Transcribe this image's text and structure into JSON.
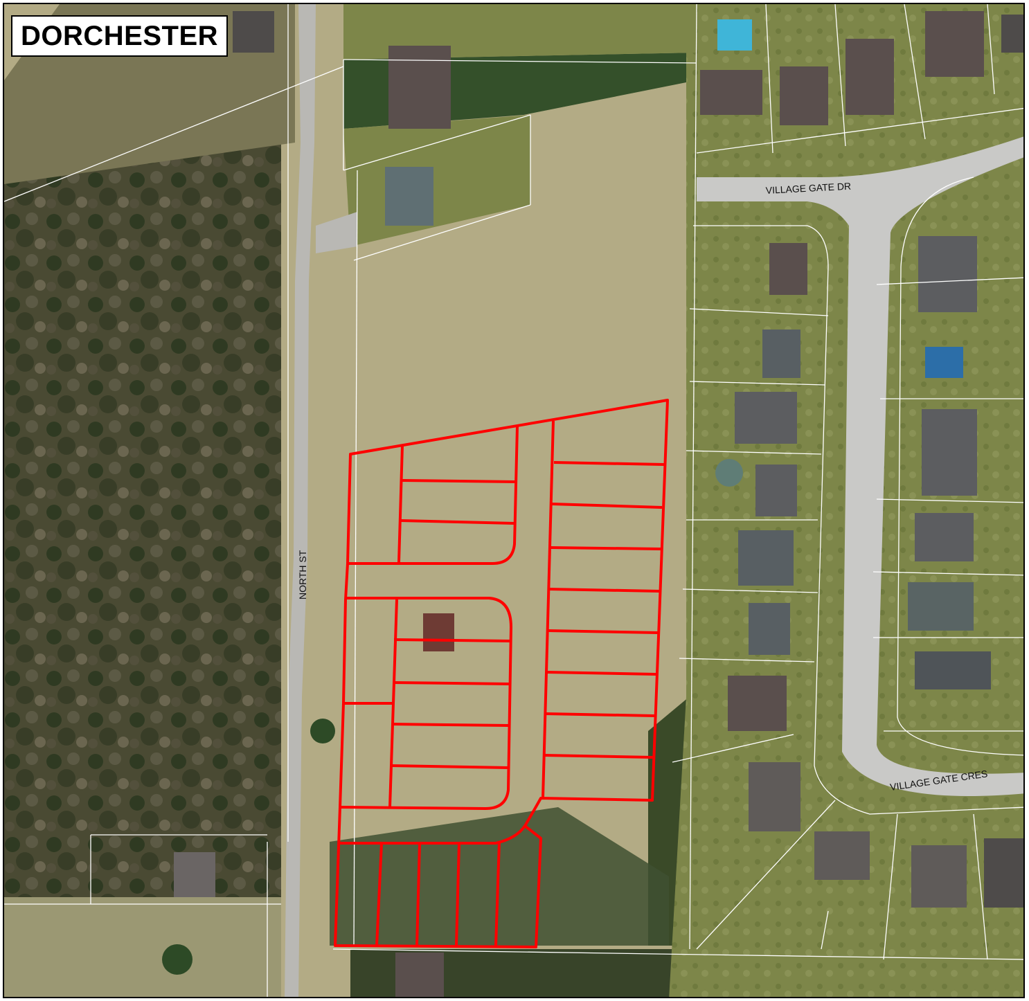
{
  "map": {
    "title": "DORCHESTER",
    "streets": {
      "north_st": "NORTH ST",
      "village_gate_dr": "VILLAGE GATE DR",
      "village_gate_cres": "VILLAGE GATE CRES"
    },
    "colors": {
      "lot_outline": "#ff0000",
      "parcel_line": "#ffffff",
      "road": "#c9c9c7",
      "field": "#b3ab85",
      "forest": "#3d3f27",
      "lawn": "#7f8c4a",
      "roof": "#5a5352"
    },
    "icons": [
      "house-roof-icon",
      "pool-icon",
      "tree-icon"
    ]
  }
}
